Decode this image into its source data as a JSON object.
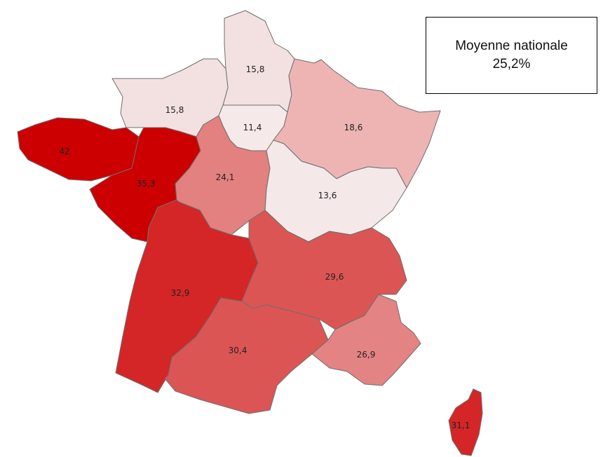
{
  "legend": {
    "line1": "Moyenne nationale",
    "line2": "25,2%"
  },
  "colors": {
    "c11": "#f6e9e9",
    "c13": "#f5e8e8",
    "c15": "#f3e1e1",
    "c18": "#eeb4b4",
    "c24": "#e38080",
    "c26": "#e38383",
    "c29": "#db5555",
    "c32": "#d42626",
    "c35": "#cc0000",
    "border": "#6e6e6e"
  },
  "regions": [
    {
      "id": "hauts-de-france",
      "value": "15,8"
    },
    {
      "id": "normandie",
      "value": "15,8"
    },
    {
      "id": "ile-de-france",
      "value": "11,4"
    },
    {
      "id": "grand-est",
      "value": "18,6"
    },
    {
      "id": "bretagne",
      "value": "42"
    },
    {
      "id": "pays-de-la-loire",
      "value": "35,3"
    },
    {
      "id": "centre-val-de-loire",
      "value": "24,1"
    },
    {
      "id": "bourgogne-franche-comte",
      "value": "13,6"
    },
    {
      "id": "nouvelle-aquitaine",
      "value": "32,9"
    },
    {
      "id": "auvergne-rhone-alpes",
      "value": "29,6"
    },
    {
      "id": "occitanie",
      "value": "30,4"
    },
    {
      "id": "provence-alpes-cote-d-azur",
      "value": "26,9"
    },
    {
      "id": "corse",
      "value": "31,1"
    }
  ]
}
